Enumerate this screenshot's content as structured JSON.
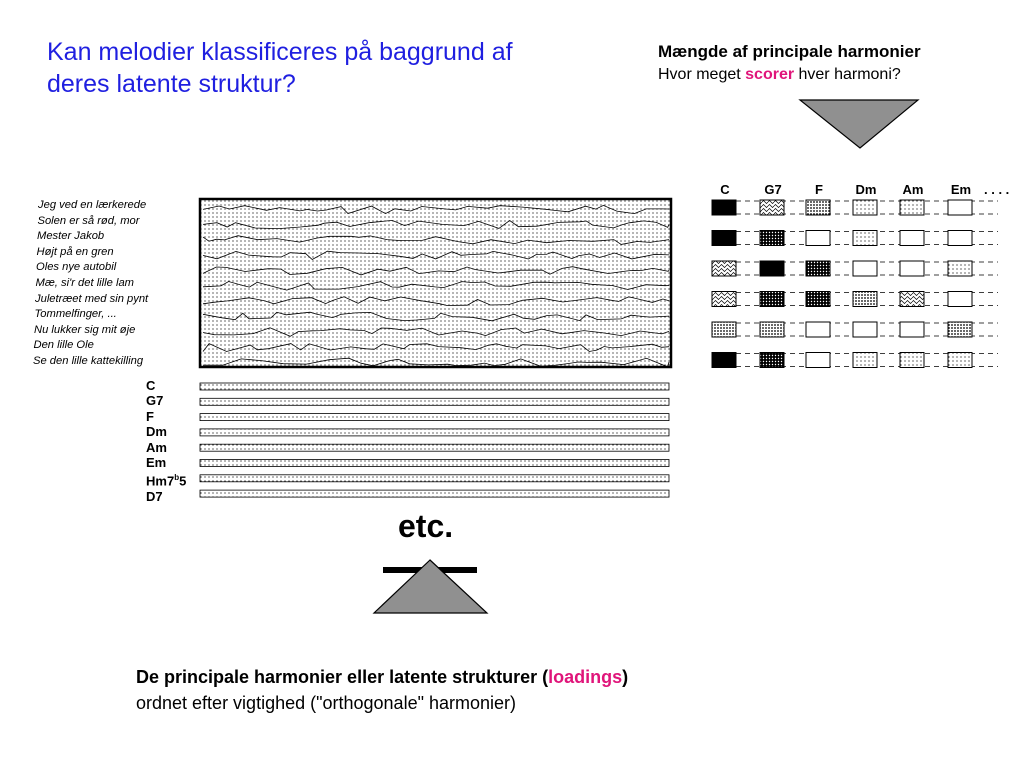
{
  "slide": {
    "title": "Kan melodier klassificeres på baggrund af deres latente struktur?",
    "right_title": "Mængde af principale harmonier",
    "right_sub_before": "Hvor meget ",
    "right_sub_highlight": "scorer",
    "right_sub_after": " hver harmoni?",
    "etc_label": "etc.",
    "bottom_line1_before": "De principale harmonier eller latente strukturer (",
    "bottom_line1_highlight": "loadings",
    "bottom_line1_after": ")",
    "bottom_line2": "ordnet efter vigtighed (\"orthogonale\" harmonier)",
    "highlight_color": "#e0157a",
    "title_color": "#1f1fe0"
  },
  "songs": [
    "Jeg ved en lærkerede",
    "Solen er så rød, mor",
    "Mester Jakob",
    "Højt på en gren",
    "Oles nye autobil",
    "Mæ, si'r det lille lam",
    "Juletræet med sin pynt",
    "Tommelfinger, ...",
    "Nu lukker sig mit øje",
    "Den lille Ole",
    "Se den lille kattekilling"
  ],
  "chords": [
    "C",
    "G7",
    "F",
    "Dm",
    "Am",
    "Em",
    "Hm7",
    "D7"
  ],
  "chord_sup": "b",
  "chord_suffix": "5",
  "score_table": {
    "headers": [
      "C",
      "G7",
      "F",
      "Dm",
      "Am",
      "Em"
    ],
    "ellipsis": ". . . .",
    "rows": [
      [
        "solid",
        "wavy",
        "dense",
        "dotted",
        "dotted",
        "empty"
      ],
      [
        "solid",
        "darkdot",
        "empty",
        "dotted",
        "empty",
        "empty"
      ],
      [
        "wavy",
        "solid",
        "darkdot",
        "empty",
        "empty",
        "dotted"
      ],
      [
        "wavy",
        "darkdot",
        "darkdot",
        "dense",
        "wavy",
        "empty"
      ],
      [
        "dense",
        "dense",
        "empty",
        "empty",
        "empty",
        "dense"
      ],
      [
        "solid",
        "darkdot",
        "empty",
        "dotted",
        "dotted",
        "dotted"
      ]
    ]
  }
}
